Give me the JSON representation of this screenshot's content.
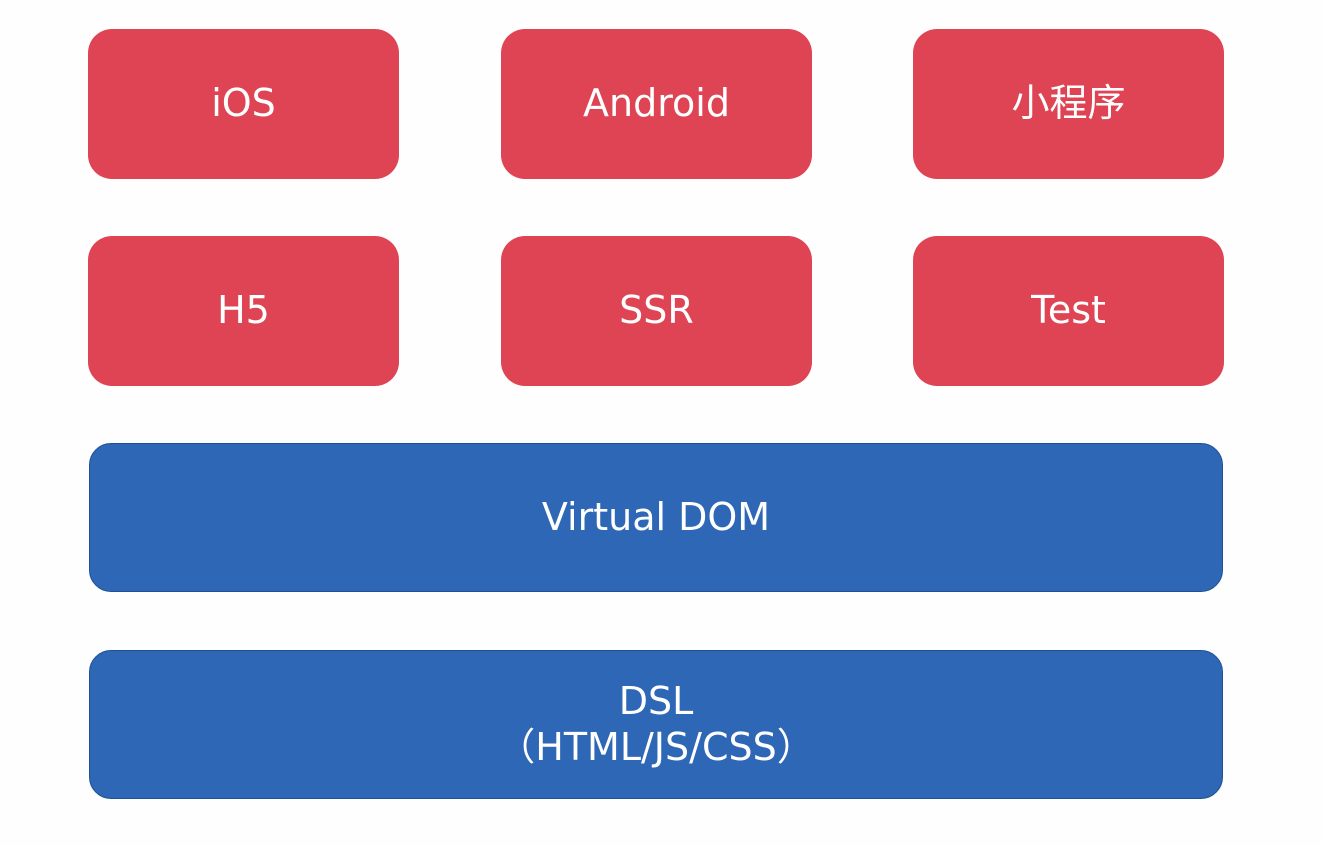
{
  "platforms": [
    {
      "label": "iOS"
    },
    {
      "label": "Android"
    },
    {
      "label": "小程序"
    },
    {
      "label": "H5"
    },
    {
      "label": "SSR"
    },
    {
      "label": "Test"
    }
  ],
  "layers": {
    "virtual_dom": {
      "label": "Virtual DOM"
    },
    "dsl": {
      "title": "DSL",
      "subtitle": "（HTML/JS/CSS）"
    }
  },
  "colors": {
    "platform_box": "#de4453",
    "layer_box": "#2d67b5",
    "text": "#ffffff",
    "background": "#fefefe"
  }
}
